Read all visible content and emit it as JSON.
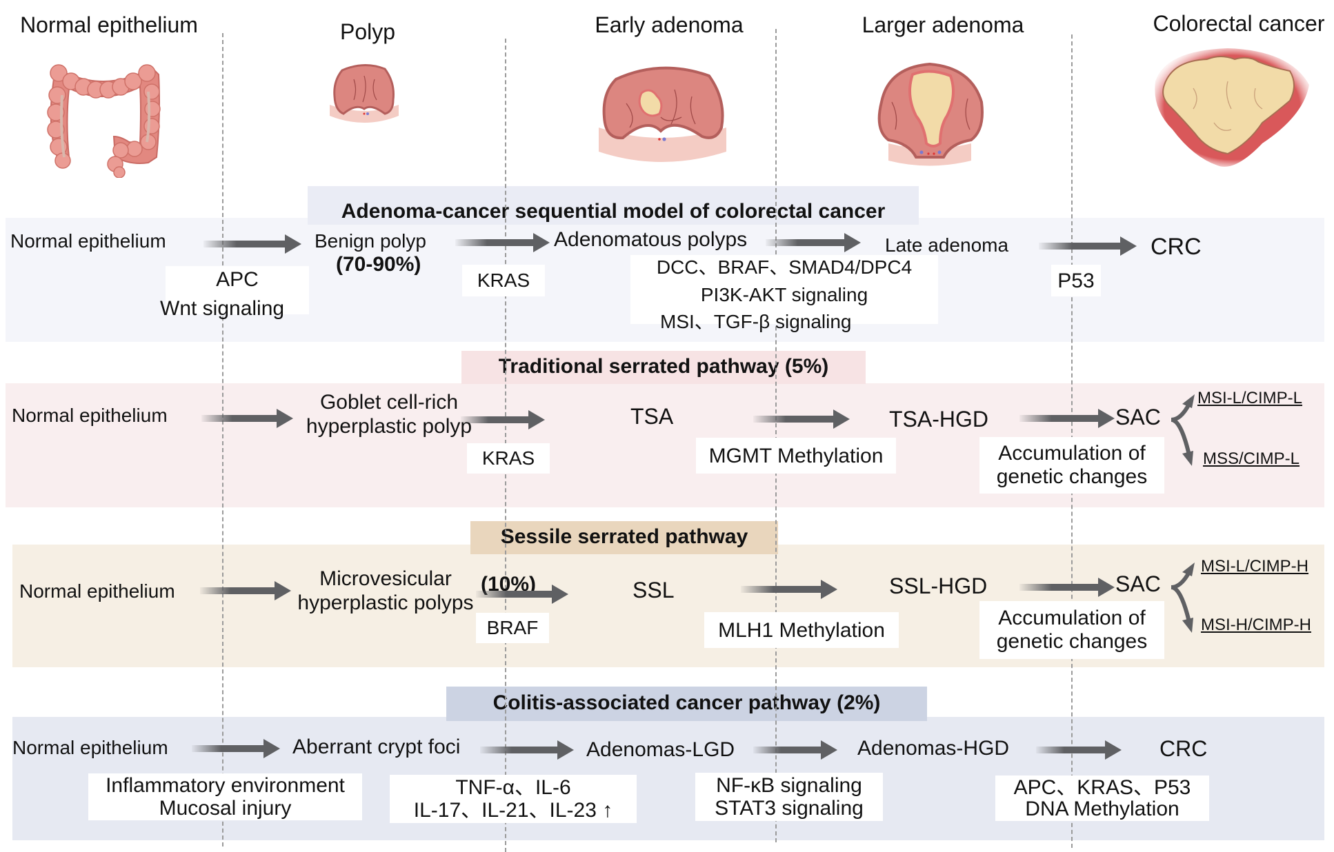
{
  "stages": [
    {
      "label": "Normal epithelium",
      "illustration": "colon-illustration"
    },
    {
      "label": "Polyp",
      "illustration": "polyp-illustration"
    },
    {
      "label": "Early adenoma",
      "illustration": "early-adenoma-illustration"
    },
    {
      "label": "Larger adenoma",
      "illustration": "larger-adenoma-illustration"
    },
    {
      "label": "Colorectal cancer",
      "illustration": "colorectal-cancer-illustration"
    }
  ],
  "colors": {
    "arrow": "#5f6063",
    "divider": "#9a9a9a",
    "band_adenoma": "#f4f5fa",
    "band_traditional": "#f9eeef",
    "band_sessile": "#f6efe4",
    "band_colitis": "#e6e9f2",
    "title_adenoma": "#eaecf5",
    "title_traditional": "#f7e3e4",
    "title_sessile": "#e9d6bd",
    "title_colitis": "#ccd3e3"
  },
  "pathways": {
    "adenoma": {
      "title": "Adenoma-cancer sequential model of colorectal cancer",
      "nodes": [
        "Normal epithelium",
        "Benign polyp",
        "Adenomatous polyps",
        "Late adenoma",
        "CRC"
      ],
      "percent": "(70-90%)",
      "factors": {
        "apc": [
          "APC",
          "Wnt signaling"
        ],
        "kras": "KRAS",
        "mid": [
          "DCC、BRAF、SMAD4/DPC4",
          "PI3K-AKT signaling",
          "MSI、TGF-β  signaling"
        ],
        "p53": "P53"
      }
    },
    "traditional": {
      "title": "Traditional serrated pathway (5%)",
      "nodes": [
        "Normal epithelium",
        "Goblet cell-rich",
        "hyperplastic polyp",
        "TSA",
        "TSA-HGD",
        "SAC"
      ],
      "factors": {
        "kras": "KRAS",
        "mgmt": "MGMT Methylation",
        "accum": [
          "Accumulation of",
          "genetic changes"
        ]
      },
      "outcomes": [
        "MSI-L/CIMP-L",
        "MSS/CIMP-L"
      ]
    },
    "sessile": {
      "title": "Sessile serrated pathway",
      "percent": "(10%)",
      "nodes": [
        "Normal epithelium",
        "Microvesicular",
        "hyperplastic polyps",
        "SSL",
        "SSL-HGD",
        "SAC"
      ],
      "factors": {
        "braf": "BRAF",
        "mlh1": "MLH1 Methylation",
        "accum": [
          "Accumulation of",
          "genetic changes"
        ]
      },
      "outcomes": [
        "MSI-L/CIMP-H",
        "MSI-H/CIMP-H"
      ]
    },
    "colitis": {
      "title": "Colitis-associated cancer pathway (2%)",
      "nodes": [
        "Normal epithelium",
        "Aberrant crypt foci",
        "Adenomas-LGD",
        "Adenomas-HGD",
        "CRC"
      ],
      "factors": {
        "inflam": [
          "Inflammatory environment",
          "Mucosal injury"
        ],
        "cytokines": [
          "TNF-α、IL-6",
          "IL-17、IL-21、IL-23 ↑"
        ],
        "signaling": [
          "NF-κB signaling",
          "STAT3 signaling"
        ],
        "genes": [
          "APC、KRAS、P53",
          "DNA Methylation"
        ]
      }
    }
  }
}
